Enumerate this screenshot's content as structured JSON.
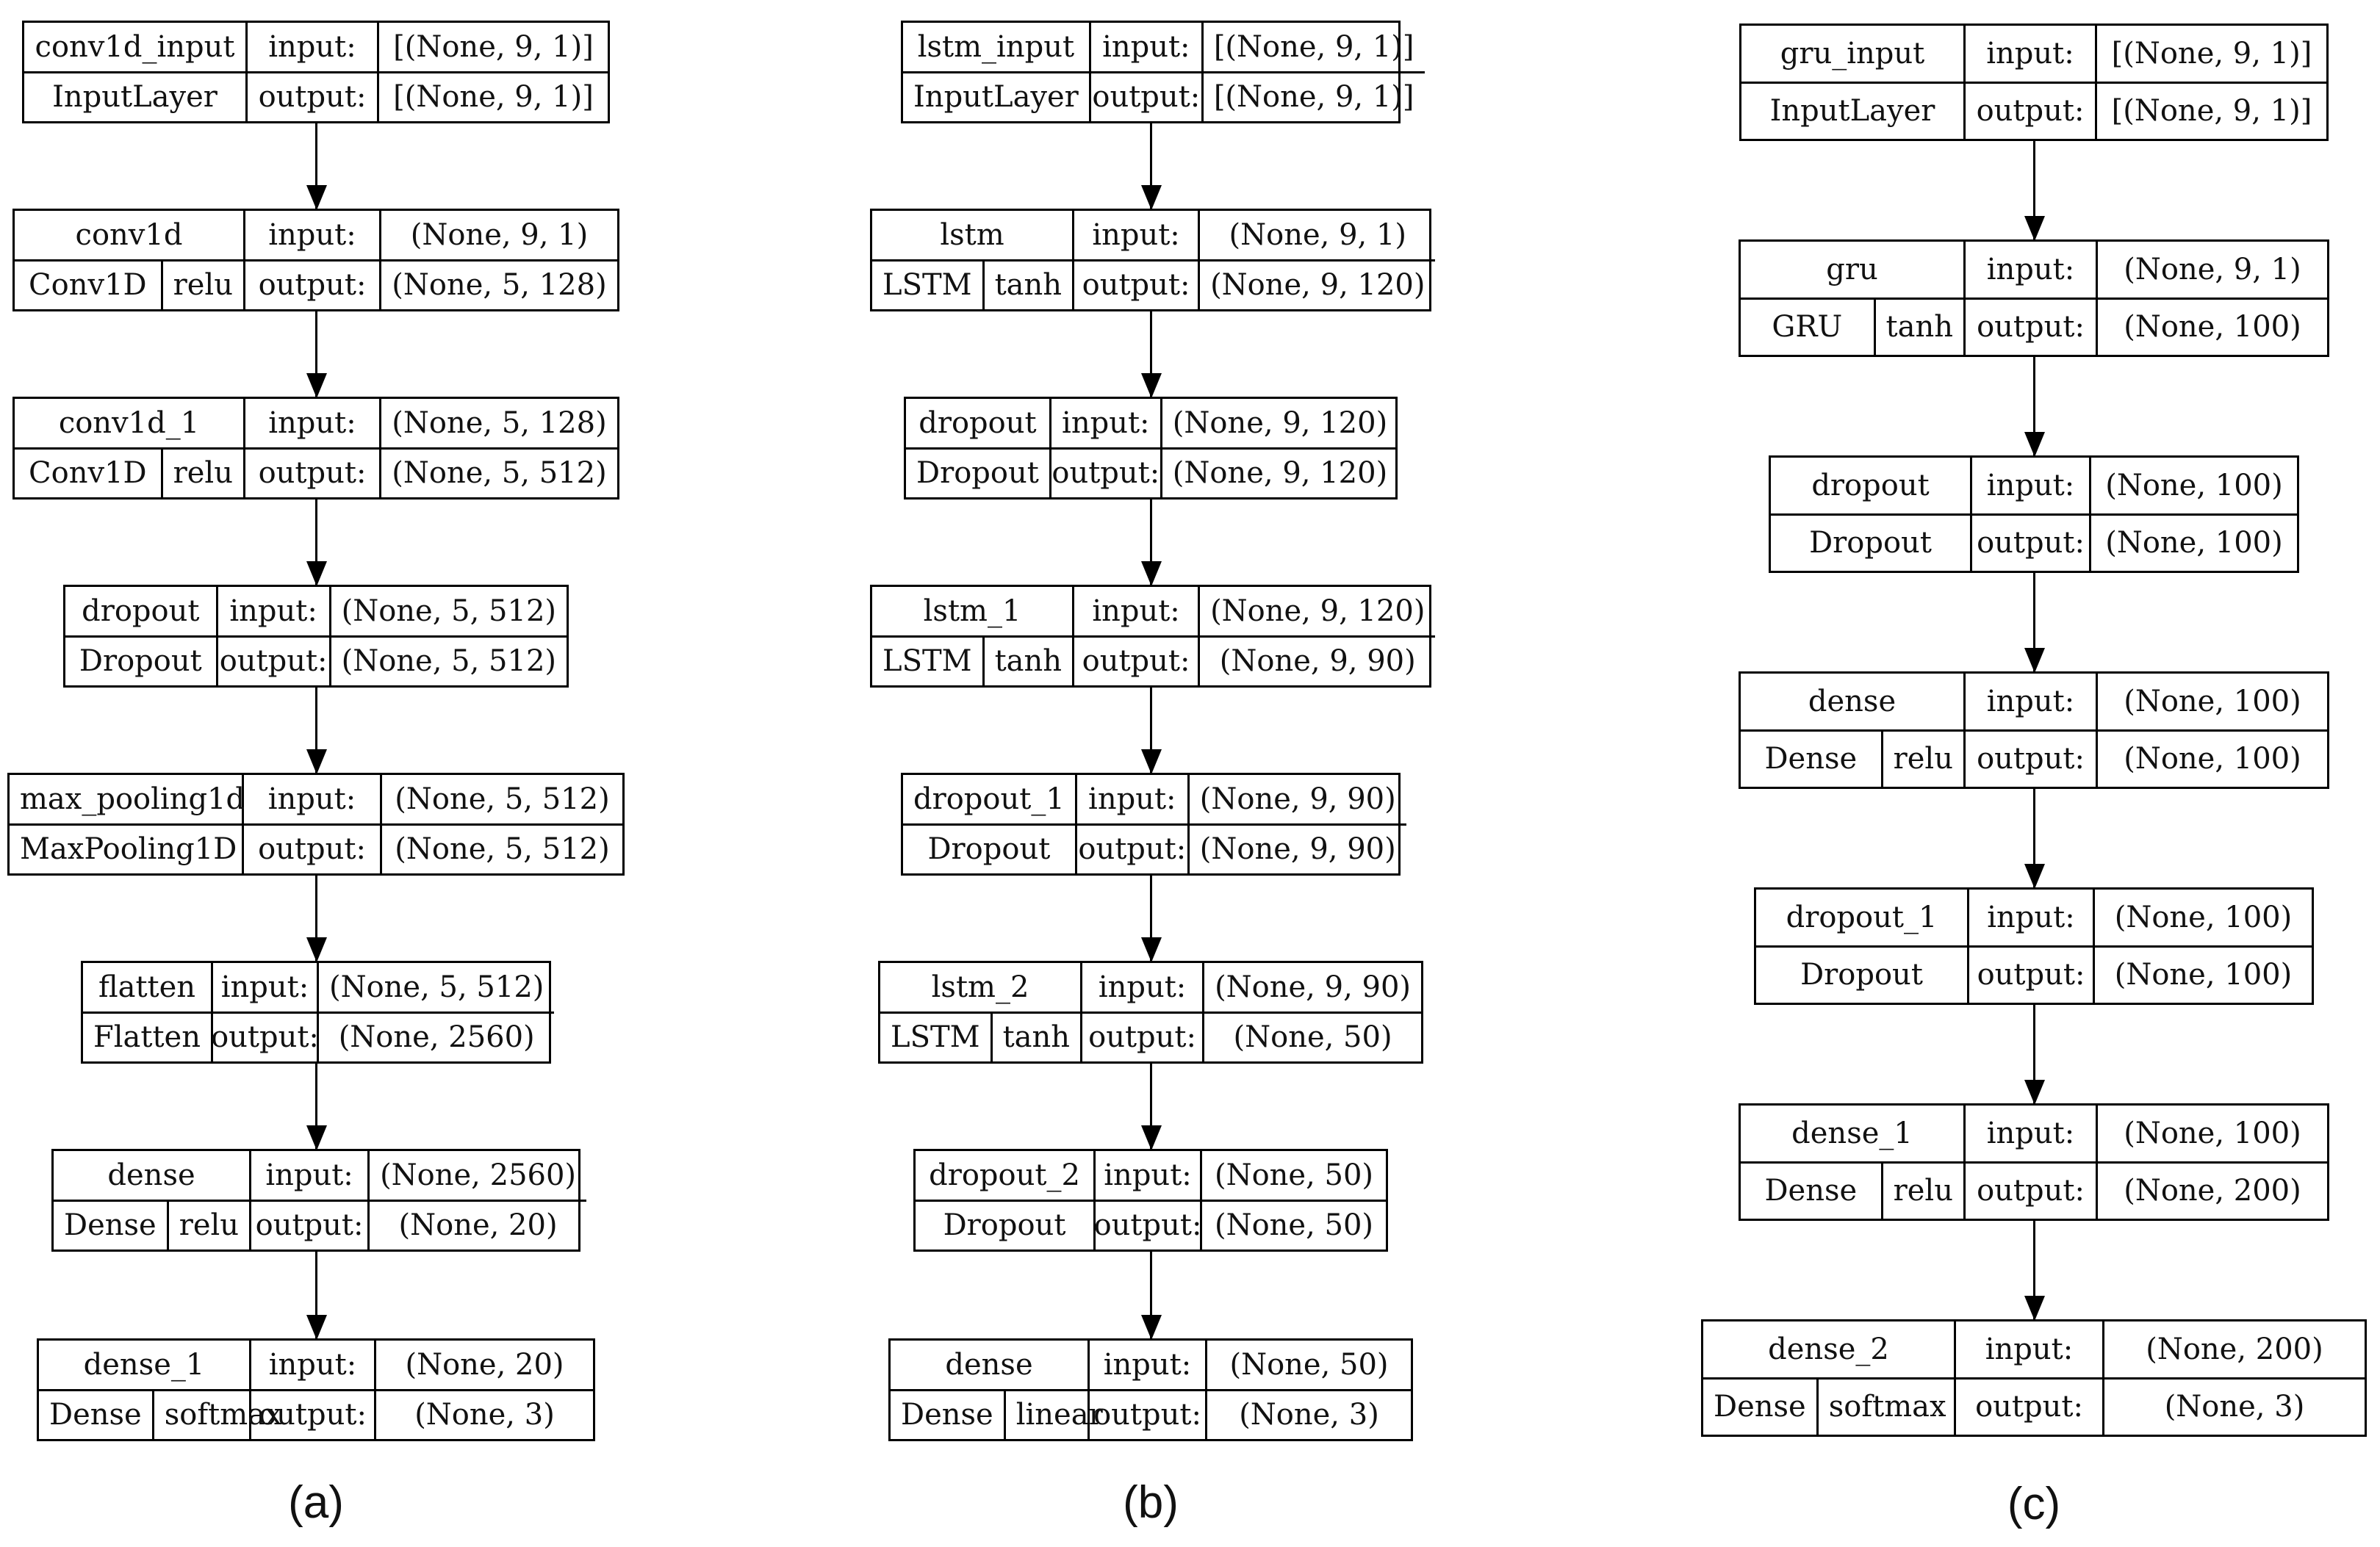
{
  "models": [
    {
      "caption": "(a)",
      "layers": [
        {
          "name": "conv1d_input",
          "type": "InputLayer",
          "activation": "",
          "input": "[(None, 9, 1)]",
          "output": "[(None, 9, 1)]"
        },
        {
          "name": "conv1d",
          "type": "Conv1D",
          "activation": "relu",
          "input": "(None, 9, 1)",
          "output": "(None, 5, 128)"
        },
        {
          "name": "conv1d_1",
          "type": "Conv1D",
          "activation": "relu",
          "input": "(None, 5, 128)",
          "output": "(None, 5, 512)"
        },
        {
          "name": "dropout",
          "type": "Dropout",
          "activation": "",
          "input": "(None, 5, 512)",
          "output": "(None, 5, 512)"
        },
        {
          "name": "max_pooling1d",
          "type": "MaxPooling1D",
          "activation": "",
          "input": "(None, 5, 512)",
          "output": "(None, 5, 512)"
        },
        {
          "name": "flatten",
          "type": "Flatten",
          "activation": "",
          "input": "(None, 5, 512)",
          "output": "(None, 2560)"
        },
        {
          "name": "dense",
          "type": "Dense",
          "activation": "relu",
          "input": "(None, 2560)",
          "output": "(None, 20)"
        },
        {
          "name": "dense_1",
          "type": "Dense",
          "activation": "softmax",
          "input": "(None, 20)",
          "output": "(None, 3)"
        }
      ]
    },
    {
      "caption": "(b)",
      "layers": [
        {
          "name": "lstm_input",
          "type": "InputLayer",
          "activation": "",
          "input": "[(None, 9, 1)]",
          "output": "[(None, 9, 1)]"
        },
        {
          "name": "lstm",
          "type": "LSTM",
          "activation": "tanh",
          "input": "(None, 9, 1)",
          "output": "(None, 9, 120)"
        },
        {
          "name": "dropout",
          "type": "Dropout",
          "activation": "",
          "input": "(None, 9, 120)",
          "output": "(None, 9, 120)"
        },
        {
          "name": "lstm_1",
          "type": "LSTM",
          "activation": "tanh",
          "input": "(None, 9, 120)",
          "output": "(None, 9, 90)"
        },
        {
          "name": "dropout_1",
          "type": "Dropout",
          "activation": "",
          "input": "(None, 9, 90)",
          "output": "(None, 9, 90)"
        },
        {
          "name": "lstm_2",
          "type": "LSTM",
          "activation": "tanh",
          "input": "(None, 9, 90)",
          "output": "(None, 50)"
        },
        {
          "name": "dropout_2",
          "type": "Dropout",
          "activation": "",
          "input": "(None, 50)",
          "output": "(None, 50)"
        },
        {
          "name": "dense",
          "type": "Dense",
          "activation": "linear",
          "input": "(None, 50)",
          "output": "(None, 3)"
        }
      ]
    },
    {
      "caption": "(c)",
      "layers": [
        {
          "name": "gru_input",
          "type": "InputLayer",
          "activation": "",
          "input": "[(None, 9, 1)]",
          "output": "[(None, 9, 1)]"
        },
        {
          "name": "gru",
          "type": "GRU",
          "activation": "tanh",
          "input": "(None, 9, 1)",
          "output": "(None, 100)"
        },
        {
          "name": "dropout",
          "type": "Dropout",
          "activation": "",
          "input": "(None, 100)",
          "output": "(None, 100)"
        },
        {
          "name": "dense",
          "type": "Dense",
          "activation": "relu",
          "input": "(None, 100)",
          "output": "(None, 100)"
        },
        {
          "name": "dropout_1",
          "type": "Dropout",
          "activation": "",
          "input": "(None, 100)",
          "output": "(None, 100)"
        },
        {
          "name": "dense_1",
          "type": "Dense",
          "activation": "relu",
          "input": "(None, 100)",
          "output": "(None, 200)"
        },
        {
          "name": "dense_2",
          "type": "Dense",
          "activation": "softmax",
          "input": "(None, 200)",
          "output": "(None, 3)"
        }
      ]
    }
  ],
  "labels": {
    "input": "input:",
    "output": "output:"
  }
}
